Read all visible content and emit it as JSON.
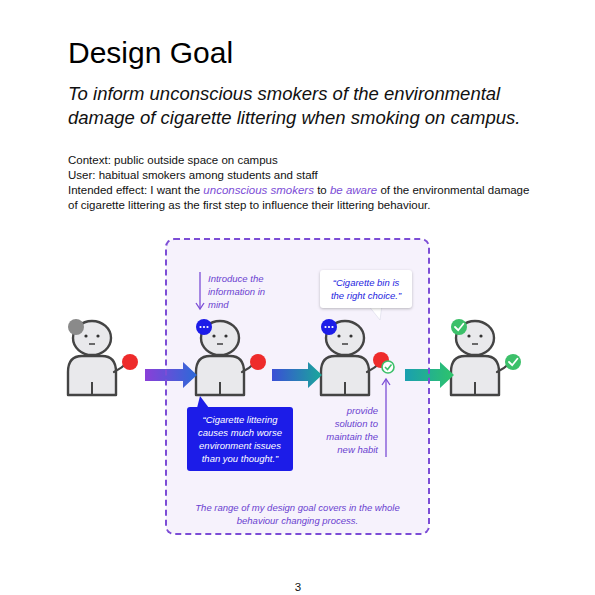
{
  "diagram": {
    "title": "Design Goal",
    "nodes": [
      {
        "text": [
          "The range of my design goal covers in the whole behaviour changing process."
        ]
      },
      {
        "text": [
          "“Cigarette bin is the right choice.”"
        ],
        "in": 0
      },
      {
        "text": [
          "“Cigarette littering causes much worse environment issues than you thought.”"
        ],
        "in": 0
      }
    ],
    "labels": [
      "To inform unconscious smokers of the environmental damage of cigarette littering when smoking on campus.",
      "Context: public outside space on campus",
      "User: habitual smokers among students and staff",
      "Intended effect: I want the",
      "unconscious smokers",
      "to",
      "be aware",
      "of the environmental damage of cigarette littering as the first step to influence their littering behaviour.",
      "Introduce the information in mind",
      "provide solution to maintain the new habit",
      "3"
    ]
  }
}
